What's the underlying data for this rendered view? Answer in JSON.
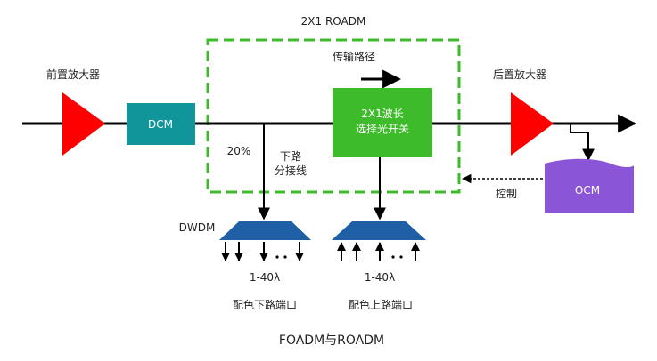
{
  "diagram": {
    "roadm_title": "2X1 ROADM",
    "path_label": "传输路径",
    "pre_amp_label": "前置放大器",
    "post_amp_label": "后置放大器",
    "dcm_label": "DCM",
    "wss_line1": "2X1波长",
    "wss_line2": "选择光开关",
    "tap_percent": "20%",
    "drop_line1": "下路",
    "drop_line2": "分接线",
    "dwdm_label": "DWDM",
    "ocm_label": "OCM",
    "control_label": "控制",
    "drop_channels": "1-40λ",
    "add_channels": "1-40λ",
    "drop_port_label": "配色下路端口",
    "add_port_label": "配色上路端口",
    "caption": "FOADM与ROADM",
    "colors": {
      "amplifier": "#ff0000",
      "dcm": "#10969a",
      "wss": "#3dbb2a",
      "roadm_border": "#3dbb2a",
      "mux": "#1f5fa6",
      "ocm": "#8a55d6"
    }
  }
}
